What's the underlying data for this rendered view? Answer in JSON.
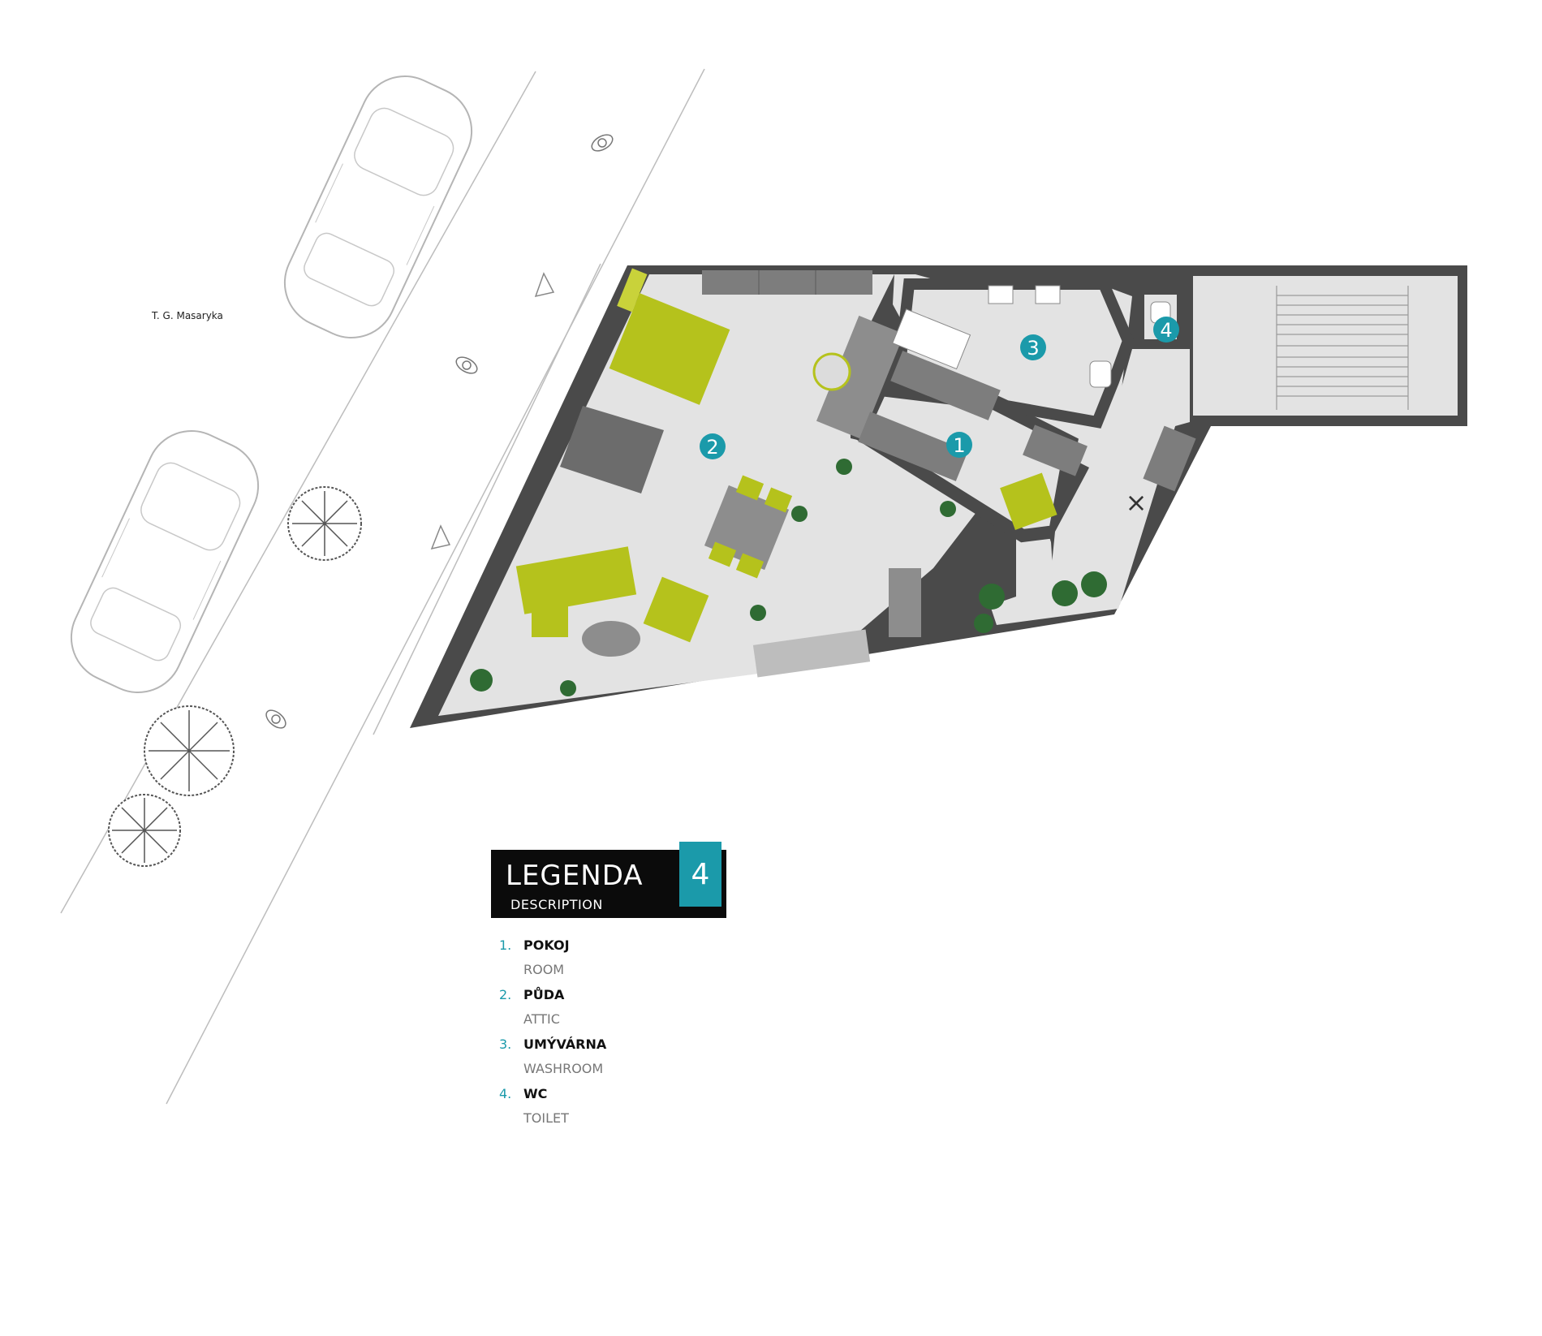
{
  "street_label": "T. G. Masaryka",
  "room_badges": [
    "1",
    "2",
    "3",
    "4"
  ],
  "colors": {
    "wall": "#4a4a4a",
    "floor": "#e3e3e3",
    "furniture": "#b5c21c",
    "accent": "#1b9aaa",
    "cabinet": "#7d7d7d",
    "plant": "#2f6b33"
  },
  "icons": [
    "car-outline-icon",
    "tree-icon",
    "pedestrian-icon",
    "plant-icon",
    "wardrobe-icon",
    "bathtub-icon",
    "sink-icon",
    "toilet-icon",
    "stairs-icon"
  ],
  "legend": {
    "title": "LEGENDA",
    "subtitle": "DESCRIPTION",
    "floor_number": "4",
    "items": [
      {
        "index": "1.",
        "name": "POKOJ",
        "english": "ROOM"
      },
      {
        "index": "2.",
        "name": "PŮDA",
        "english": "ATTIC"
      },
      {
        "index": "3.",
        "name": "UMÝVÁRNA",
        "english": "WASHROOM"
      },
      {
        "index": "4.",
        "name": "WC",
        "english": "TOILET"
      }
    ]
  }
}
